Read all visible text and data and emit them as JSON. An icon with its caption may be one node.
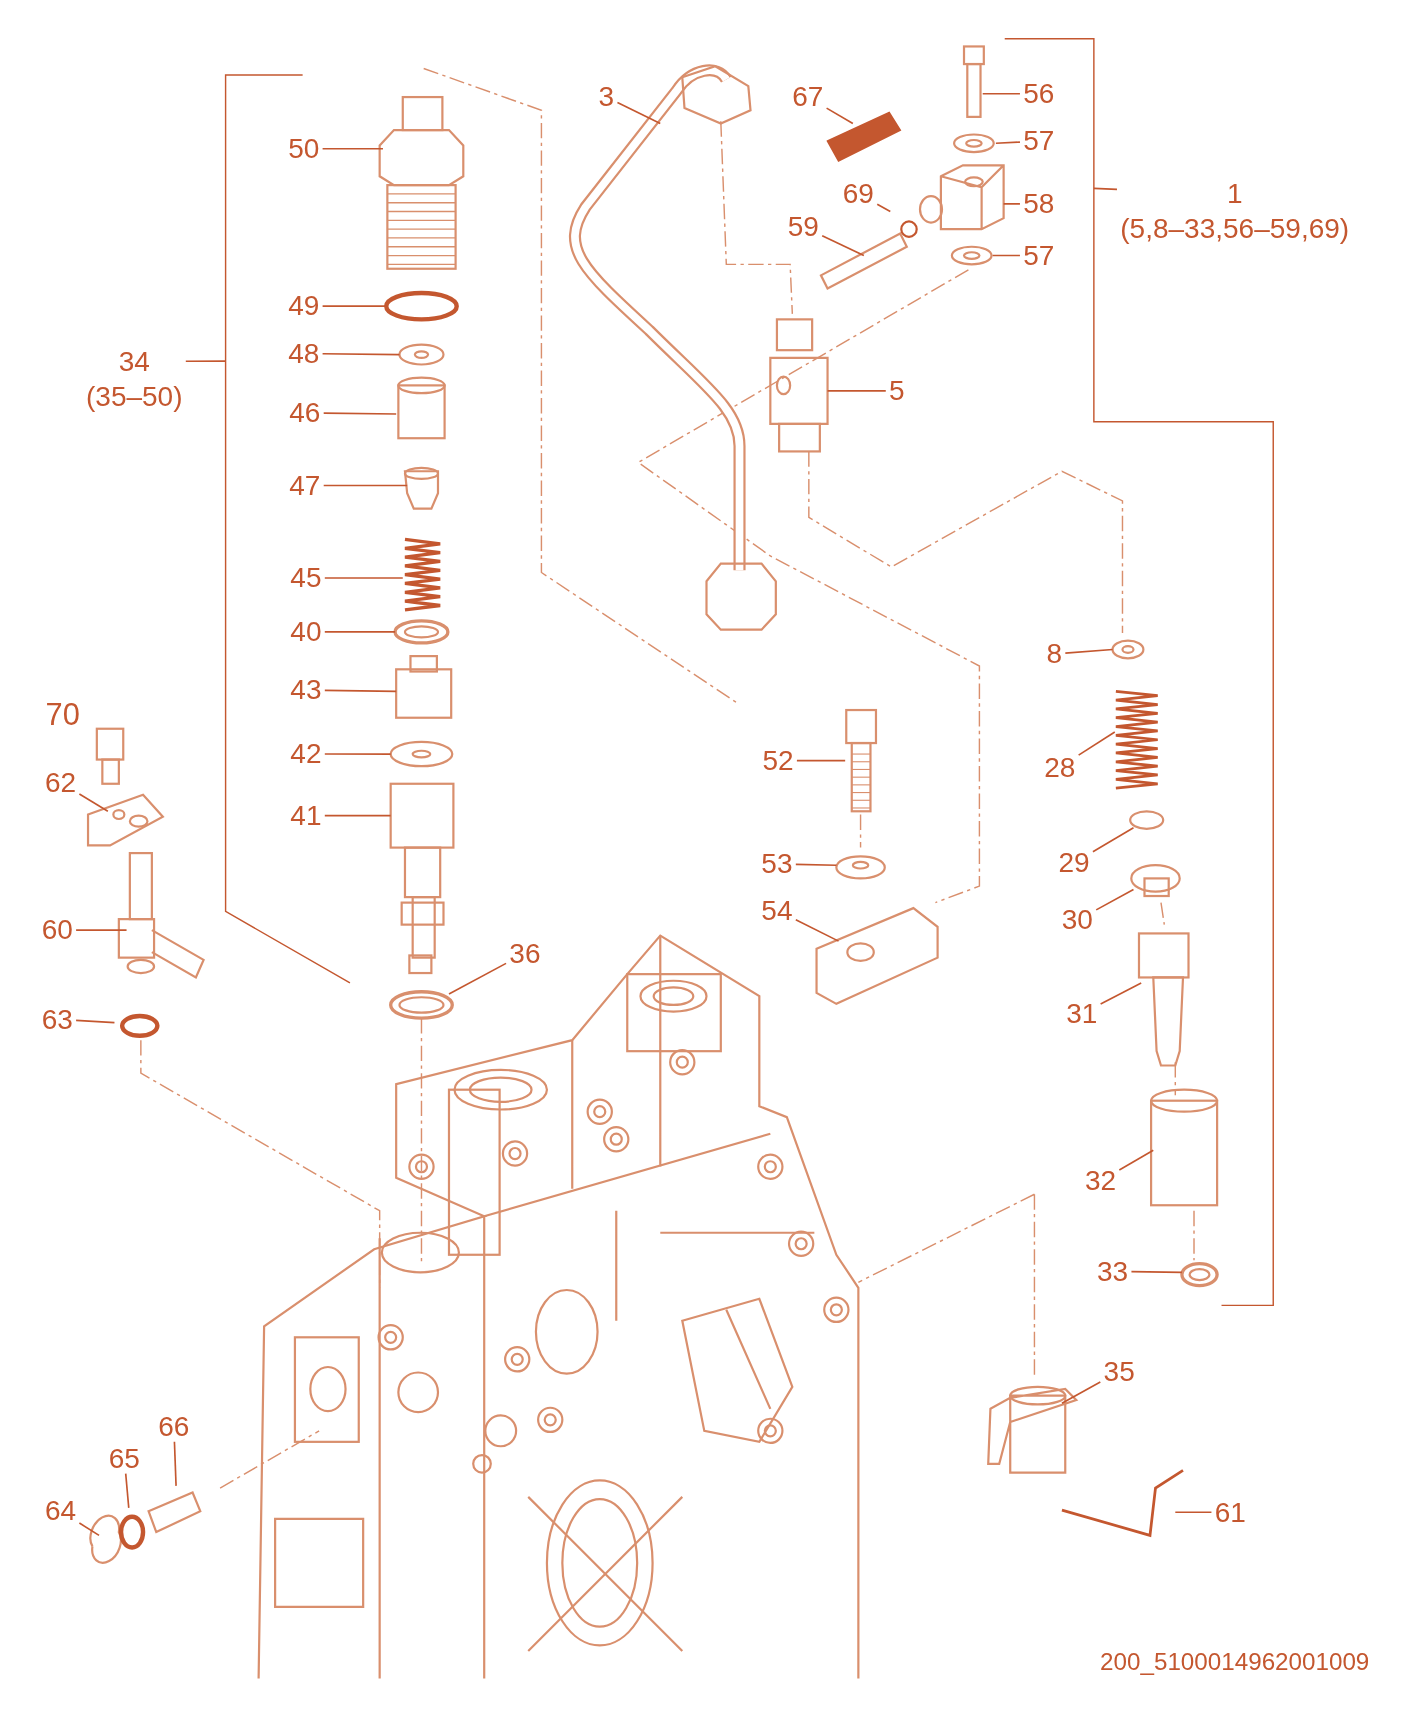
{
  "diagram": {
    "nodes": [
      {
        "text": [
          "3"
        ]
      },
      {
        "text": [
          "67"
        ]
      },
      {
        "text": [
          "56"
        ]
      },
      {
        "text": [
          "57"
        ]
      },
      {
        "text": [
          "1",
          "(5,8–33,56–59,69)"
        ]
      },
      {
        "text": [
          "69"
        ]
      },
      {
        "text": [
          "58"
        ]
      },
      {
        "text": [
          "59"
        ]
      },
      {
        "text": [
          "57"
        ]
      },
      {
        "text": [
          "50"
        ]
      },
      {
        "text": [
          "49"
        ]
      },
      {
        "text": [
          "48"
        ]
      },
      {
        "text": [
          "34",
          "(35–50)"
        ]
      },
      {
        "text": [
          "5"
        ]
      },
      {
        "text": [
          "46"
        ]
      },
      {
        "text": [
          "47"
        ]
      },
      {
        "text": [
          "45"
        ]
      },
      {
        "text": [
          "40"
        ]
      },
      {
        "text": [
          "8"
        ]
      },
      {
        "text": [
          "43"
        ]
      },
      {
        "text": [
          "42"
        ]
      },
      {
        "text": [
          "52"
        ]
      },
      {
        "text": [
          "28"
        ]
      },
      {
        "text": [
          "62"
        ]
      },
      {
        "text": [
          "41"
        ]
      },
      {
        "text": [
          "29"
        ]
      },
      {
        "text": [
          "53"
        ]
      },
      {
        "text": [
          "54"
        ]
      },
      {
        "text": [
          "30"
        ]
      },
      {
        "text": [
          "60"
        ]
      },
      {
        "text": [
          "36"
        ]
      },
      {
        "text": [
          "31"
        ]
      },
      {
        "text": [
          "63"
        ]
      },
      {
        "text": [
          "32"
        ]
      },
      {
        "text": [
          "33"
        ]
      },
      {
        "text": [
          "35"
        ]
      },
      {
        "text": [
          "66"
        ]
      },
      {
        "text": [
          "65"
        ]
      },
      {
        "text": [
          "64"
        ]
      },
      {
        "text": [
          "61"
        ]
      }
    ],
    "edges": [
      {
        "from": 0,
        "to": null,
        "arrow": "none"
      },
      {
        "from": 1,
        "to": null,
        "arrow": "none"
      },
      {
        "from": 2,
        "to": null,
        "arrow": "none"
      },
      {
        "from": 3,
        "to": null,
        "arrow": "none"
      },
      {
        "from": 4,
        "to": null,
        "arrow": "none"
      },
      {
        "from": 5,
        "to": null,
        "arrow": "none"
      },
      {
        "from": 6,
        "to": null,
        "arrow": "none"
      },
      {
        "from": 7,
        "to": null,
        "arrow": "none"
      },
      {
        "from": 8,
        "to": null,
        "arrow": "none"
      },
      {
        "from": 9,
        "to": null,
        "arrow": "none"
      },
      {
        "from": 10,
        "to": null,
        "arrow": "none"
      },
      {
        "from": 11,
        "to": null,
        "arrow": "none"
      },
      {
        "from": 12,
        "to": null,
        "arrow": "none"
      },
      {
        "from": 13,
        "to": null,
        "arrow": "none"
      },
      {
        "from": 14,
        "to": null,
        "arrow": "none"
      },
      {
        "from": 15,
        "to": null,
        "arrow": "none"
      },
      {
        "from": 16,
        "to": null,
        "arrow": "none"
      },
      {
        "from": 17,
        "to": null,
        "arrow": "none"
      },
      {
        "from": 18,
        "to": null,
        "arrow": "none"
      },
      {
        "from": 19,
        "to": null,
        "arrow": "none"
      },
      {
        "from": 20,
        "to": null,
        "arrow": "none"
      },
      {
        "from": 21,
        "to": null,
        "arrow": "none"
      },
      {
        "from": 22,
        "to": null,
        "arrow": "none"
      },
      {
        "from": 23,
        "to": null,
        "arrow": "none"
      },
      {
        "from": 24,
        "to": null,
        "arrow": "none"
      },
      {
        "from": 25,
        "to": null,
        "arrow": "none"
      },
      {
        "from": 26,
        "to": null,
        "arrow": "none"
      },
      {
        "from": 27,
        "to": null,
        "arrow": "none"
      },
      {
        "from": 28,
        "to": null,
        "arrow": "none"
      },
      {
        "from": 29,
        "to": null,
        "arrow": "none"
      },
      {
        "from": 30,
        "to": null,
        "arrow": "none"
      },
      {
        "from": 31,
        "to": null,
        "arrow": "none"
      },
      {
        "from": 32,
        "to": null,
        "arrow": "none"
      },
      {
        "from": 33,
        "to": null,
        "arrow": "none"
      },
      {
        "from": 34,
        "to": null,
        "arrow": "none"
      },
      {
        "from": 35,
        "to": null,
        "arrow": "none"
      },
      {
        "from": 36,
        "to": null,
        "arrow": "none"
      },
      {
        "from": 37,
        "to": null,
        "arrow": "none"
      },
      {
        "from": 38,
        "to": null,
        "arrow": "none"
      },
      {
        "from": 39,
        "to": null,
        "arrow": "none"
      }
    ],
    "labels": [
      "70",
      "200_5100014962001009"
    ]
  }
}
